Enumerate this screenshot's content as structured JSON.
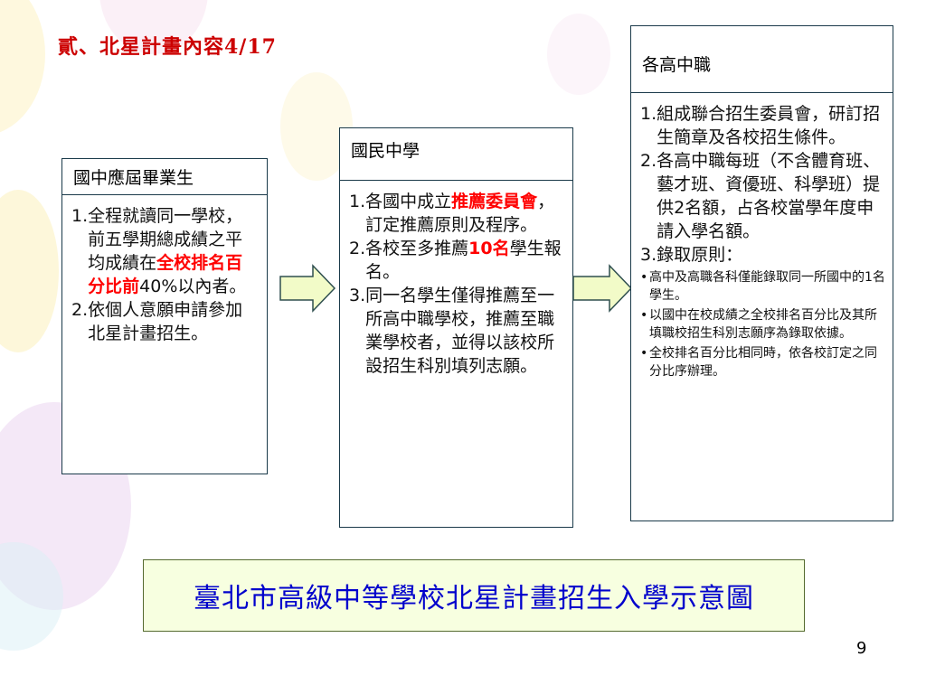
{
  "slide": {
    "title": "貳、北星計畫內容4/17",
    "page_number": "9",
    "caption": "臺北市高級中等學校北星計畫招生入學示意圖"
  },
  "colors": {
    "title": "#cc0000",
    "highlight": "#ff0000",
    "caption_text": "#0000cc",
    "caption_bg": "#f7ffe0",
    "arrow_fill": "#f2fbc8"
  },
  "boxes": {
    "graduates": {
      "header": "國中應屆畢業生",
      "items": [
        {
          "num": "1.",
          "segments": [
            {
              "text": "全程就讀同一學校，前五學期總成績之平均成績在",
              "hl": false
            },
            {
              "text": "全校排名百分比前",
              "hl": true
            },
            {
              "text": "40%以內者。",
              "hl": false
            }
          ]
        },
        {
          "num": "2.",
          "segments": [
            {
              "text": "依個人意願申請參加北星計畫招生。",
              "hl": false
            }
          ]
        }
      ]
    },
    "junior_high": {
      "header": "國民中學",
      "items": [
        {
          "num": "1.",
          "segments": [
            {
              "text": "各國中成立",
              "hl": false
            },
            {
              "text": "推薦委員會",
              "hl": true
            },
            {
              "text": "，訂定推薦原則及程序。",
              "hl": false
            }
          ]
        },
        {
          "num": "2.",
          "segments": [
            {
              "text": "各校至多推薦",
              "hl": false
            },
            {
              "text": "10名",
              "hl": true
            },
            {
              "text": "學生報名。",
              "hl": false
            }
          ]
        },
        {
          "num": "3.",
          "segments": [
            {
              "text": "同一名學生僅得推薦至一所高中職學校，推薦至職業學校者，並得以該校所設招生科別填列志願。",
              "hl": false
            }
          ]
        }
      ]
    },
    "senior_high": {
      "header": "各高中職",
      "items": [
        {
          "num": "1.",
          "segments": [
            {
              "text": "組成聯合招生委員會，研訂招生簡章及各校招生條件。",
              "hl": false
            }
          ]
        },
        {
          "num": "2.",
          "segments": [
            {
              "text": "各高中職每班（不含體育班、藝才班、資優班、科學班）提供2名額，占各校當學年度申請入學名額。",
              "hl": false
            }
          ]
        },
        {
          "num": "3.",
          "segments": [
            {
              "text": "錄取原則：",
              "hl": false
            }
          ]
        }
      ],
      "notes": [
        "高中及高職各科僅能錄取同一所國中的1名學生。",
        "以國中在校成績之全校排名百分比及其所填職校招生科別志願序為錄取依據。",
        "全校排名百分比相同時，依各校訂定之同分比序辦理。"
      ]
    }
  }
}
